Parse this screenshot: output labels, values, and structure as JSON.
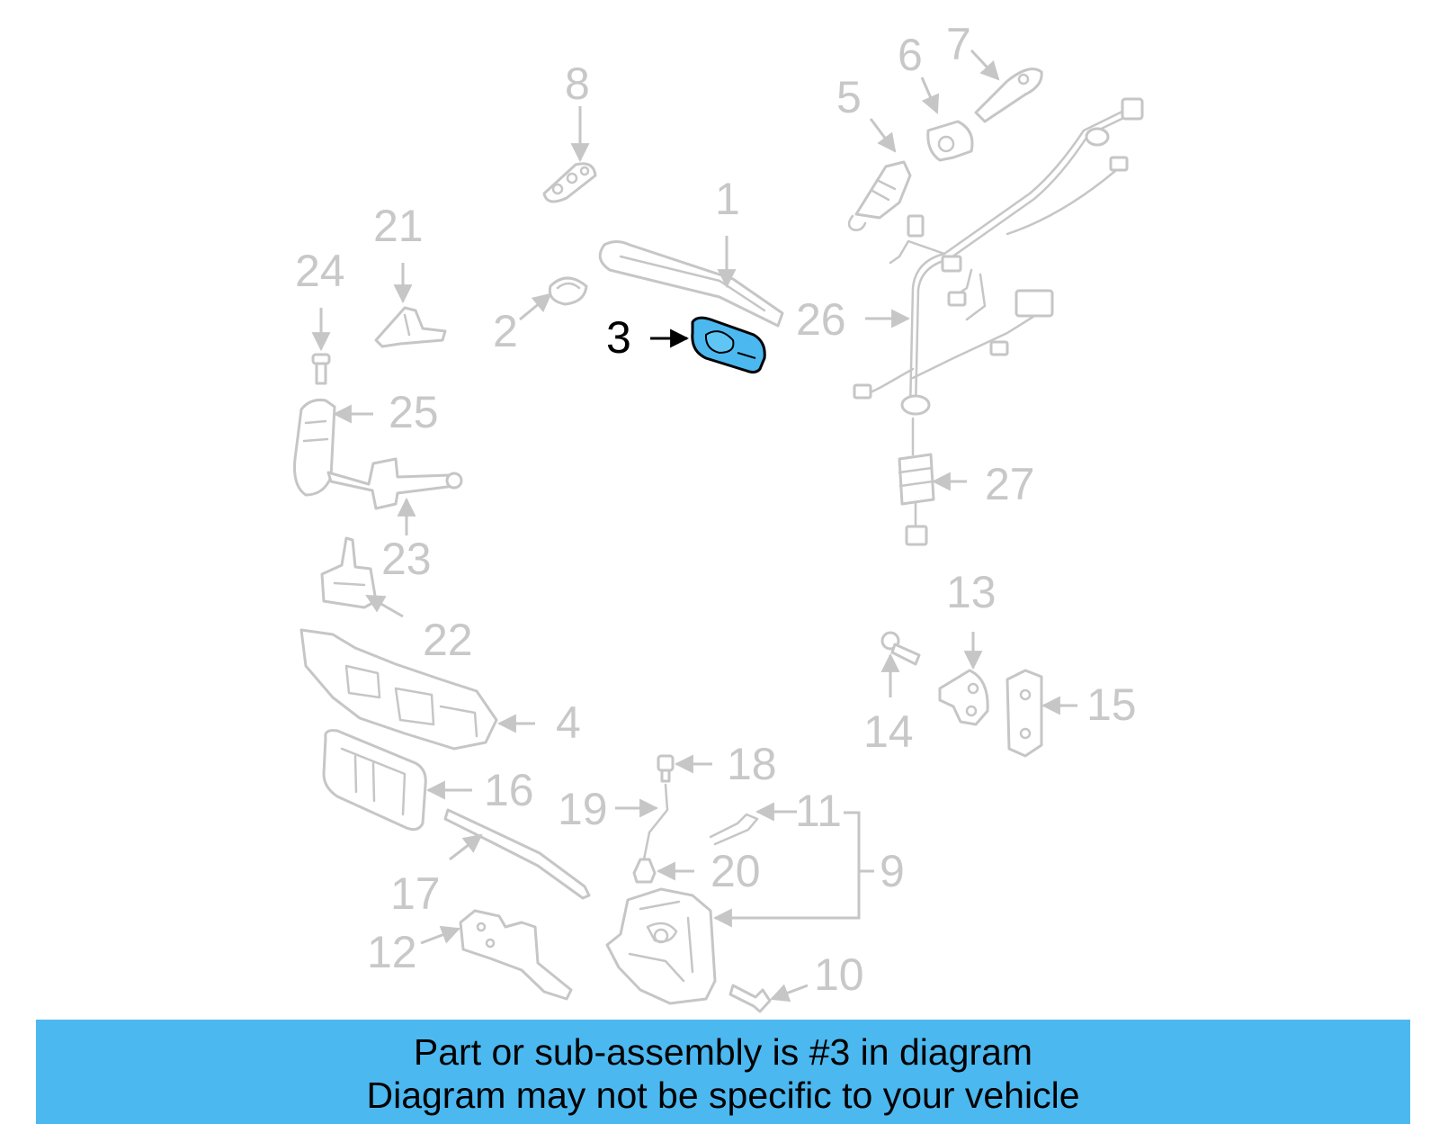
{
  "diagram": {
    "callouts": [
      {
        "id": "1",
        "label": "1"
      },
      {
        "id": "2",
        "label": "2"
      },
      {
        "id": "3",
        "label": "3",
        "active": true
      },
      {
        "id": "4",
        "label": "4"
      },
      {
        "id": "5",
        "label": "5"
      },
      {
        "id": "6",
        "label": "6"
      },
      {
        "id": "7",
        "label": "7"
      },
      {
        "id": "8",
        "label": "8"
      },
      {
        "id": "9",
        "label": "9"
      },
      {
        "id": "10",
        "label": "10"
      },
      {
        "id": "11",
        "label": "11"
      },
      {
        "id": "12",
        "label": "12"
      },
      {
        "id": "13",
        "label": "13"
      },
      {
        "id": "14",
        "label": "14"
      },
      {
        "id": "15",
        "label": "15"
      },
      {
        "id": "16",
        "label": "16"
      },
      {
        "id": "17",
        "label": "17"
      },
      {
        "id": "18",
        "label": "18"
      },
      {
        "id": "19",
        "label": "19"
      },
      {
        "id": "20",
        "label": "20"
      },
      {
        "id": "21",
        "label": "21"
      },
      {
        "id": "22",
        "label": "22"
      },
      {
        "id": "23",
        "label": "23"
      },
      {
        "id": "24",
        "label": "24"
      },
      {
        "id": "25",
        "label": "25"
      },
      {
        "id": "26",
        "label": "26"
      },
      {
        "id": "27",
        "label": "27"
      }
    ],
    "highlight_color": "#4cb8f0",
    "part_line_color": "#c6c6c6"
  },
  "banner": {
    "line1": "Part or sub-assembly is #3 in diagram",
    "line2": "Diagram may not be specific to your vehicle",
    "background": "#4cb8f0"
  }
}
